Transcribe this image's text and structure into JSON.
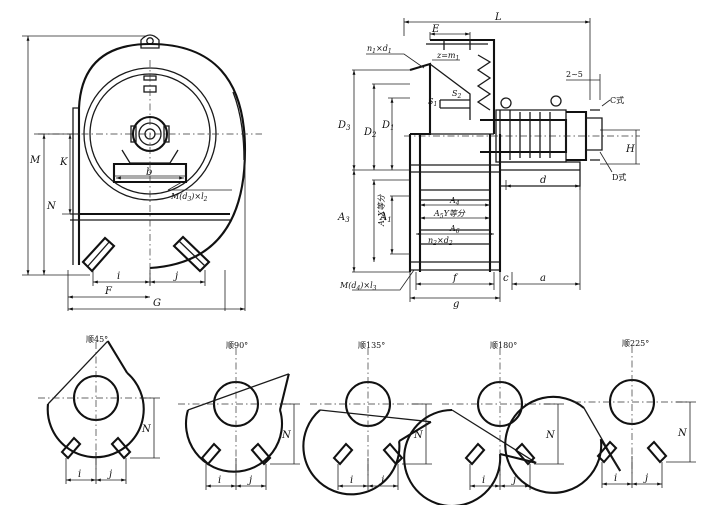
{
  "front_view": {
    "dims": {
      "M": "M",
      "K": "K",
      "N": "N",
      "b": "b",
      "i": "i",
      "j": "j",
      "F": "F",
      "G": "G",
      "bolt": "M(d",
      "bolt_sub": "3",
      "bolt_tail": ")×l",
      "bolt_tail_sub": "2"
    }
  },
  "side_view": {
    "dims": {
      "L": "L",
      "E": "E",
      "flange_bolt": "n",
      "flange_bolt_sub": "1",
      "flange_bolt_mid": "×d",
      "flange_bolt_sub2": "1",
      "z_label": "z=m",
      "z_sub": "1",
      "S1": "S",
      "S1_sub": "1",
      "S2": "S",
      "S2_sub": "2",
      "gap": "2~5",
      "type_c": "C式",
      "type_d": "D式",
      "H": "H",
      "D3": "D",
      "D3_sub": "3",
      "D2": "D",
      "D2_sub": "2",
      "D1": "D",
      "D1_sub": "1",
      "A3": "A",
      "A3_sub": "3",
      "A2": "A",
      "A2_sub": "2",
      "A2_tail": "X等分",
      "A1": "A",
      "A1_sub": "1",
      "A4": "A",
      "A4_sub": "4",
      "A5": "A",
      "A5_sub": "5",
      "A5_tail": "Y等分",
      "A6": "A",
      "A6_sub": "6",
      "n2": "n",
      "n2_sub": "2",
      "n2_mid": "×d",
      "n2_sub2": "2",
      "d": "d",
      "f": "f",
      "g": "g",
      "c": "c",
      "a": "a",
      "bolt4": "M(d",
      "bolt4_sub": "4",
      "bolt4_tail": ")×l",
      "bolt4_tail_sub": "3"
    }
  },
  "orientations": [
    {
      "caption": "顺45°",
      "angle": 45,
      "N": "N",
      "i": "i",
      "j": "j"
    },
    {
      "caption": "顺90°",
      "angle": 90,
      "N": "N",
      "i": "i",
      "j": "j"
    },
    {
      "caption": "顺135°",
      "angle": 135,
      "N": "N",
      "i": "i",
      "j": "j"
    },
    {
      "caption": "顺180°",
      "angle": 180,
      "N": "N",
      "i": "i",
      "j": "j"
    },
    {
      "caption": "顺225°",
      "angle": 225,
      "N": "N",
      "i": "i",
      "j": "j"
    }
  ]
}
